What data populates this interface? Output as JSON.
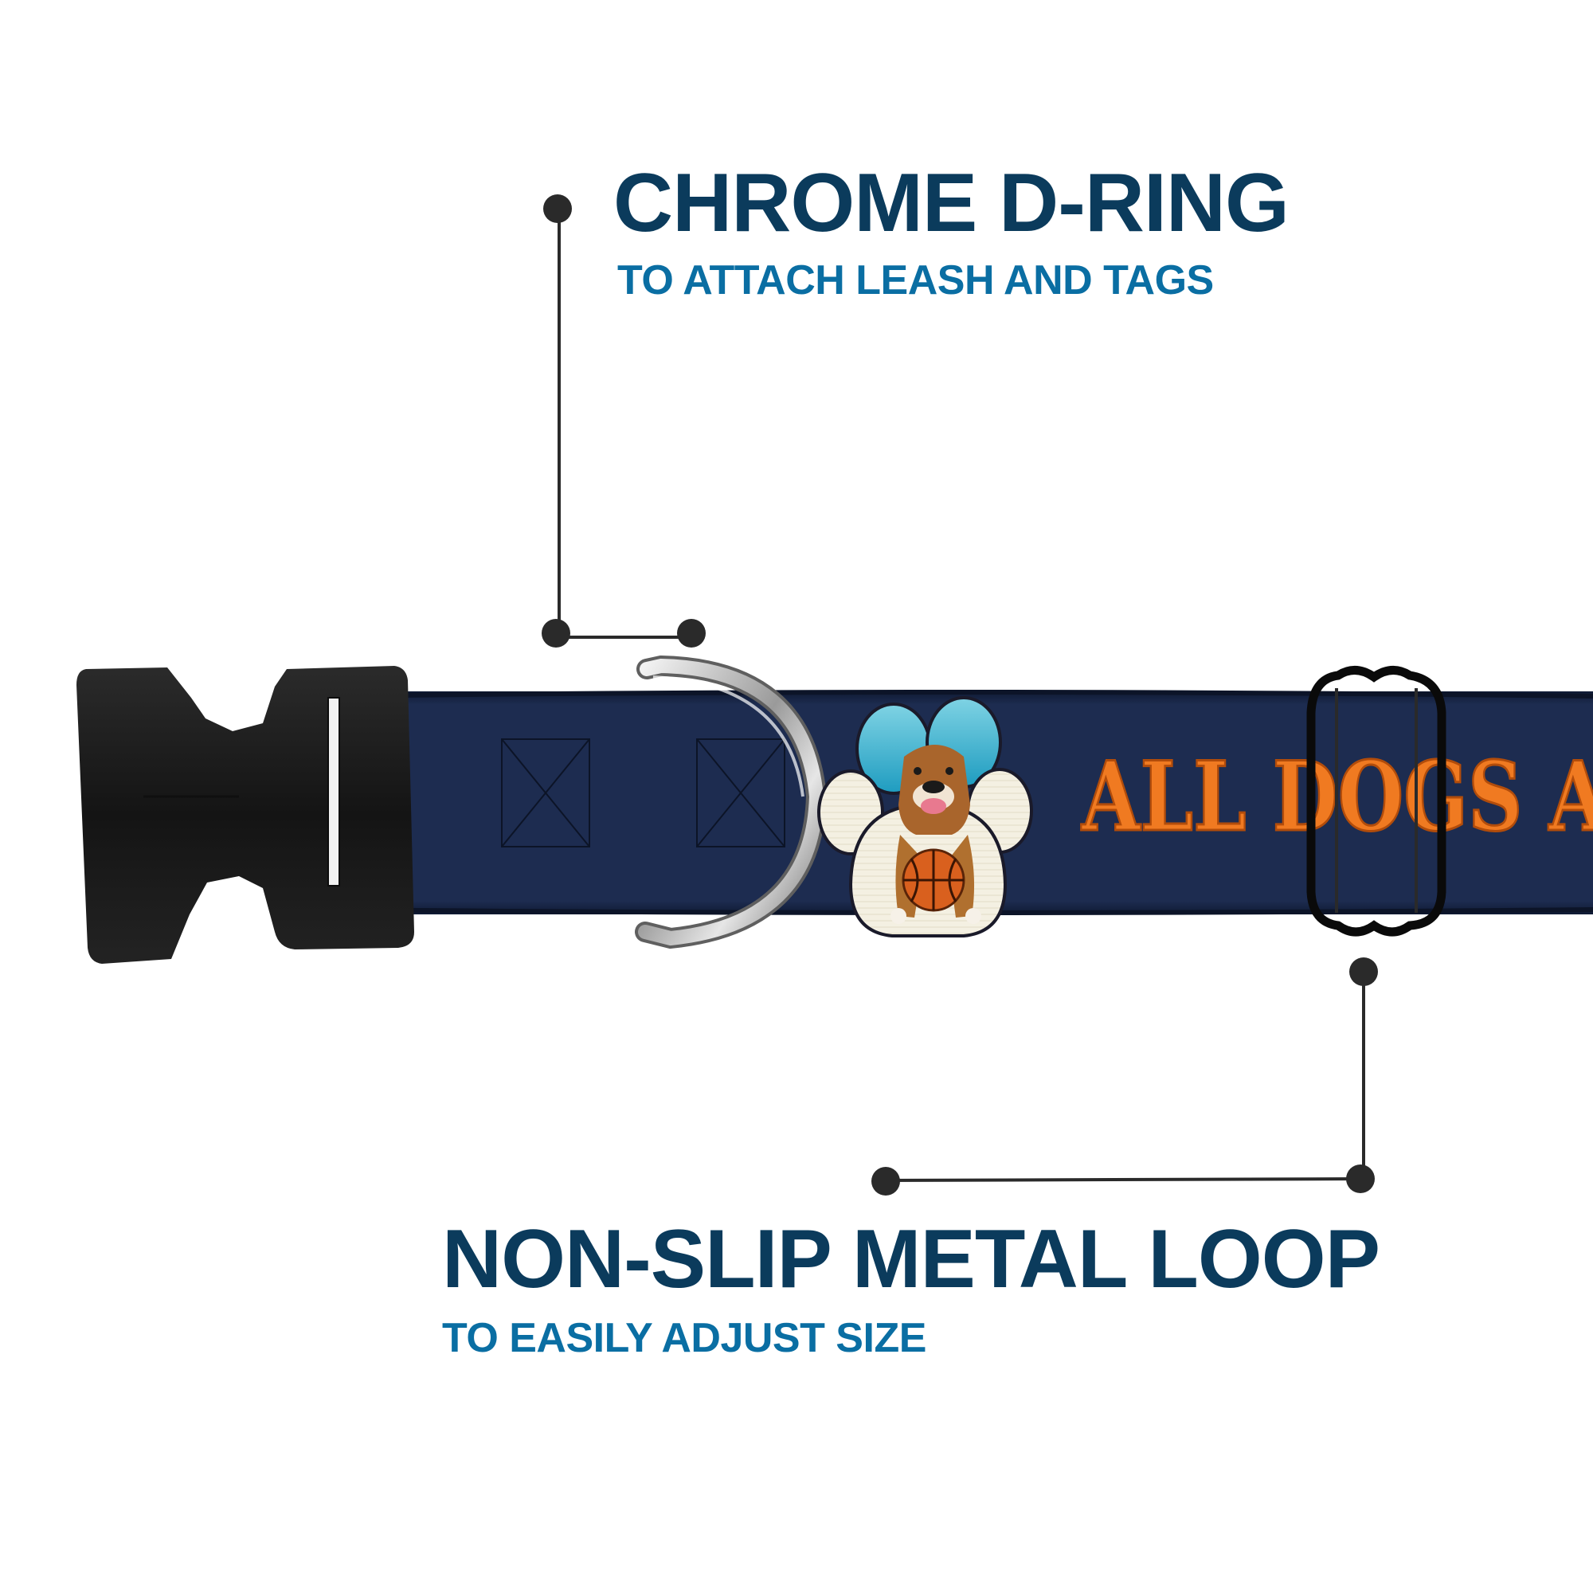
{
  "colors": {
    "heading": "#0b3b5c",
    "subheading": "#0a6ea3",
    "strap": "#1b2a4c",
    "strap_edge": "#101a30",
    "collar_text": "#f07a21",
    "collar_text_outline": "#b24c0a",
    "buckle": "#1a1a1a",
    "callout_line": "#2a2a2a"
  },
  "callouts": [
    {
      "title": "CHROME D-RING",
      "subtitle": "TO ATTACH LEASH AND TAGS"
    },
    {
      "title": "NON-SLIP METAL LOOP",
      "subtitle": "TO EASILY ADJUST SIZE"
    }
  ],
  "collar": {
    "print_text": "ALL DOGS A",
    "graphic": "paw-print-with-bulldog-and-basketball"
  },
  "icons": {
    "buckle": "side-release-buckle-icon",
    "d_ring": "d-ring-icon",
    "loop": "slide-loop-icon"
  }
}
